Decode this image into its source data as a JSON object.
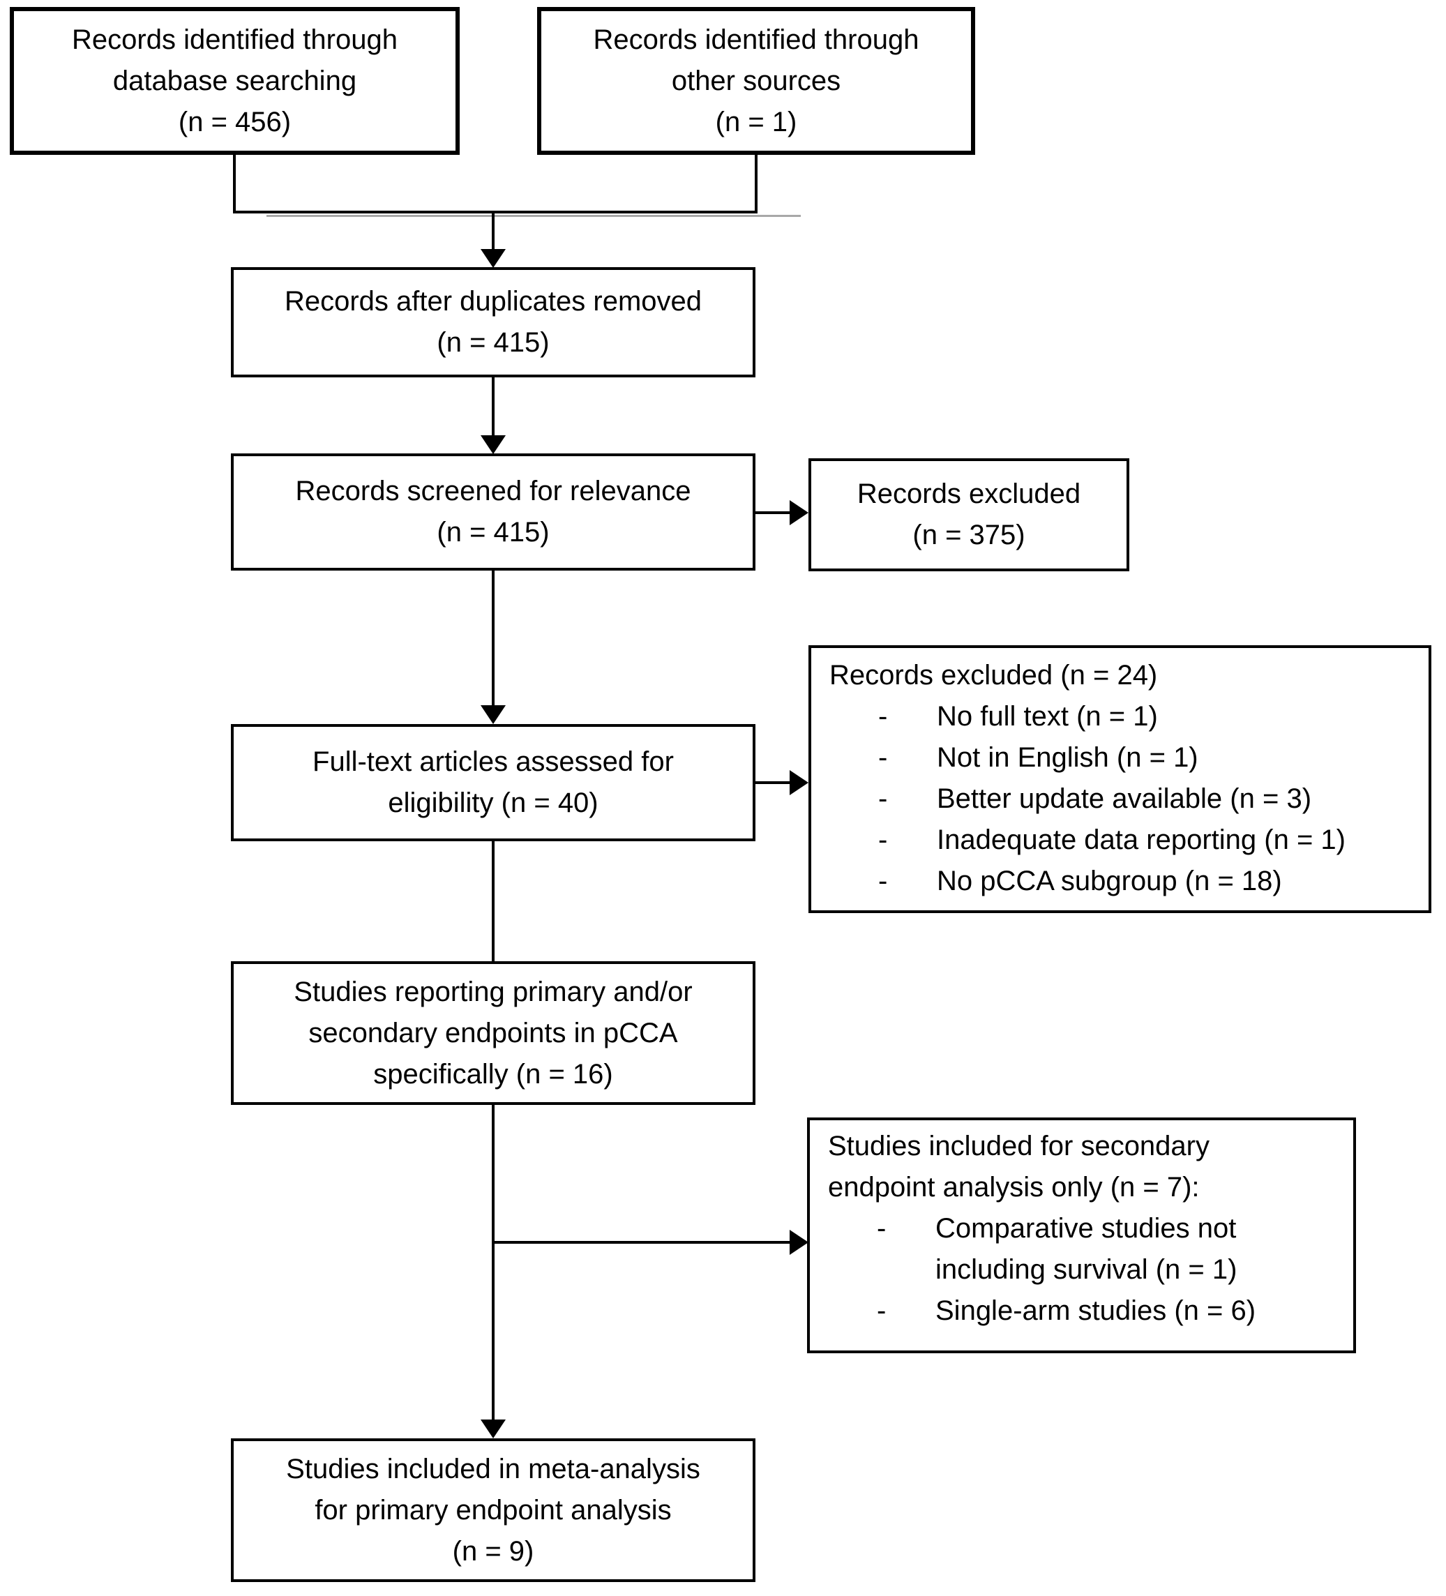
{
  "diagram": {
    "dash": "-",
    "colors": {
      "border": "#000000",
      "text": "#000000",
      "background": "#ffffff",
      "connector": "#000000"
    },
    "boxes": {
      "identified_db": {
        "lines": [
          "Records identified through",
          "database searching",
          "(n = 456)"
        ]
      },
      "identified_other": {
        "lines": [
          "Records identified through",
          "other sources",
          "(n = 1)"
        ]
      },
      "duplicates_removed": {
        "lines": [
          "Records after duplicates removed",
          "(n = 415)"
        ]
      },
      "screened": {
        "lines": [
          "Records screened for relevance",
          "(n = 415)"
        ]
      },
      "records_excluded_screening": {
        "lines": [
          "Records excluded",
          "(n = 375)"
        ]
      },
      "fulltext_assessed": {
        "lines": [
          "Full-text articles assessed for",
          "eligibility (n = 40)"
        ]
      },
      "records_excluded_fulltext": {
        "title": "Records excluded (n = 24)",
        "items": [
          "No full text (n = 1)",
          "Not in English (n = 1)",
          "Better update available (n = 3)",
          "Inadequate data reporting (n = 1)",
          "No pCCA subgroup (n = 18)"
        ]
      },
      "reporting_endpoints": {
        "lines": [
          "Studies reporting primary and/or",
          "secondary endpoints in pCCA",
          "specifically (n = 16)"
        ]
      },
      "secondary_only": {
        "title_lines": [
          "Studies included for secondary",
          "endpoint analysis only (n = 7):"
        ],
        "items": [
          {
            "lines": [
              "Comparative studies not",
              "including survival (n = 1)"
            ]
          },
          {
            "lines": [
              "Single-arm studies (n = 6)"
            ]
          }
        ]
      },
      "included_meta": {
        "lines": [
          "Studies included in meta-analysis",
          "for primary endpoint analysis",
          "(n = 9)"
        ]
      }
    }
  }
}
